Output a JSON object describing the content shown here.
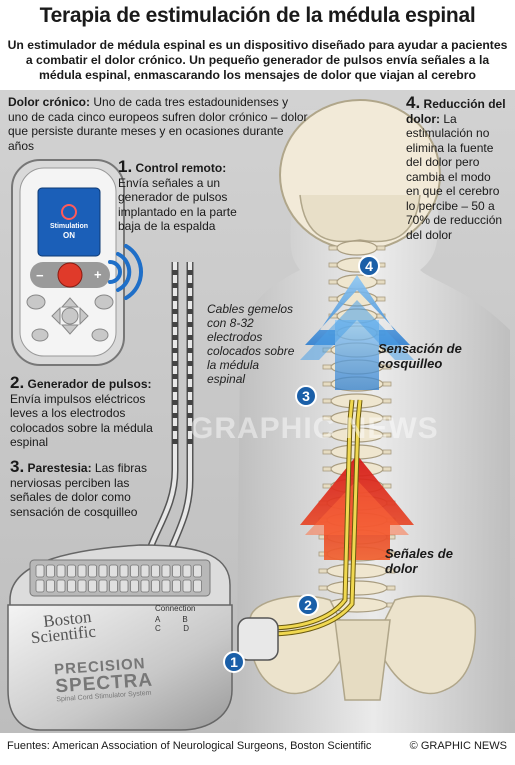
{
  "title": "Terapia de estimulación de la médula espinal",
  "subtitle": "Un estimulador de médula espinal es un dispositivo diseñado para ayudar a pacientes a combatir el dolor crónico. Un pequeño generador de pulsos envía señales a la médula espinal, enmascarando los mensajes de dolor que viajan al cerebro",
  "chronic": {
    "label": "Dolor crónico:",
    "text": " Uno de cada tres estadounidenses y uno de cada cinco europeos sufren dolor crónico – dolor que persiste durante meses y en ocasiones durante años"
  },
  "steps": [
    {
      "num": "1.",
      "title": "Control remoto:",
      "text": " Envía señales a un generador de pulsos implantado en la parte baja de la espalda"
    },
    {
      "num": "2.",
      "title": "Generador de pulsos:",
      "text": " Envía impulsos eléctricos leves a los electrodos colocados sobre la médula espinal"
    },
    {
      "num": "3.",
      "title": "Parestesia:",
      "text": " Las fibras nerviosas perciben las señales de dolor como sensación de cosquilleo"
    },
    {
      "num": "4.",
      "title": "Reducción del dolor:",
      "text": " La estimulación no elimina la fuente del dolor pero cambia el modo en que el cerebro lo percibe – 50 a 70% de reducción del dolor"
    }
  ],
  "cables_label": "Cables gemelos con 8-32 electrodos colocados sobre la médula espinal",
  "sensation_label": "Sensación de cosquilleo",
  "pain_label": "Señales de dolor",
  "markers": [
    "1",
    "2",
    "3",
    "4"
  ],
  "remote": {
    "screen_line1": "Stimulation",
    "screen_line2": "ON",
    "minus": "−",
    "plus": "+"
  },
  "generator": {
    "brand_line1": "Boston",
    "brand_line2": "Scientific",
    "model_line1": "PRECISION",
    "model_line2": "SPECTRA",
    "model_line3": "Spinal Cord Stimulator System",
    "connection": "Connection",
    "ports": [
      "A",
      "B",
      "C",
      "D"
    ]
  },
  "watermark": "GRAPHIC NEWS",
  "sources": "Fuentes: American Association of Neurological Surgeons, Boston Scientific",
  "copyright": "© GRAPHIC NEWS",
  "colors": {
    "marker_blue": "#1a5fa8",
    "lead_yellow": "#e8d04a",
    "sensation_blue": "#3a8fd8",
    "pain_red": "#e0281e",
    "panel_grey": "#c8c8c8"
  }
}
